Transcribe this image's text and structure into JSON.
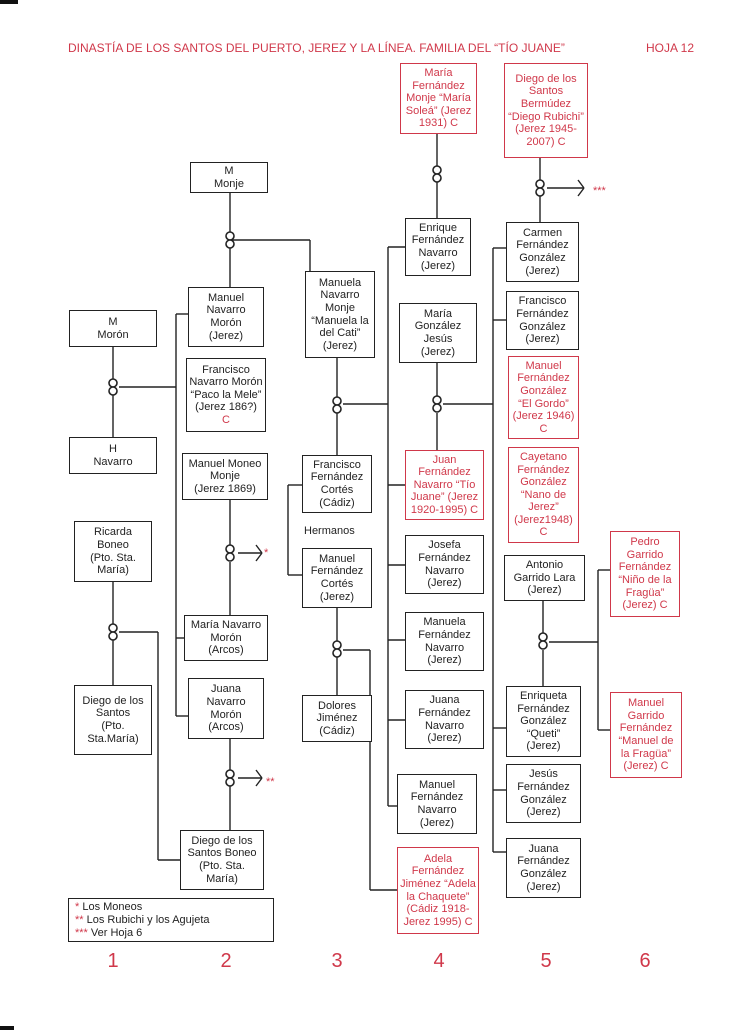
{
  "header": {
    "title": "DINASTÍA DE LOS SANTOS DEL PUERTO, JEREZ Y LA LÍNEA. FAMILIA DEL “TÍO JUANE”",
    "page": "HOJA 12"
  },
  "persons": {
    "m_monje": "M\nMonje",
    "m_moron": "M\nMorón",
    "h_navarro": "H\nNavarro",
    "ricarda": "Ricarda\nBoneo\n(Pto. Sta.\nMaría)",
    "diego_santos_1": "Diego de los\nSantos\n(Pto.\nSta.María)",
    "manuel_navarro_moron": "Manuel\nNavarro\nMorón\n(Jerez)",
    "francisco_navarro_moron": "Francisco\nNavarro Morón\n“Paco la Mele”\n(Jerez 186?)",
    "manuel_moneo": "Manuel Moneo\nMonje\n(Jerez 1869)",
    "maria_navarro_moron": "María Navarro\nMorón\n(Arcos)",
    "juana_navarro_moron": "Juana\nNavarro\nMorón\n(Arcos)",
    "diego_santos_boneo": "Diego de los\nSantos Boneo\n(Pto. Sta.\nMaría)",
    "manuela_navarro_monje": "Manuela\nNavarro\nMonje\n“Manuela la\ndel Cati”\n(Jerez)",
    "francisco_fernandez_cortes": "Francisco\nFernández\nCortés\n(Cádiz)",
    "manuel_fernandez_cortes": "Manuel\nFernández\nCortés\n(Jerez)",
    "dolores_jimenez": "Dolores\nJiménez\n(Cádiz)",
    "maria_soleá": "María\nFernández\nMonje “María\nSoleá” (Jerez\n1931)  C",
    "enrique_fernandez": "Enrique\nFernández\nNavarro\n(Jerez)",
    "maria_gonzalez_jesus": "María\nGonzález\nJesús\n(Jerez)",
    "tio_juane": "Juan\nFernández\nNavarro “Tío\nJuane” (Jerez\n1920-1995)  C",
    "josefa": "Josefa\nFernández\nNavarro\n(Jerez)",
    "manuela_fn": "Manuela\nFernández\nNavarro\n(Jerez)",
    "juana_fn": "Juana\nFernández\nNavarro\n(Jerez)",
    "manuel_fn": "Manuel\nFernández\nNavarro\n(Jerez)",
    "adela": "Adela\nFernández\nJiménez “Adela\nla Chaquete”\n(Cádiz 1918-\nJerez 1995)  C",
    "diego_rubichi": "Diego de los\nSantos\nBermúdez\n“Diego Rubichi”\n(Jerez 1945-\n2007)  C",
    "carmen": "Carmen\nFernández\nGonzález\n(Jerez)",
    "francisco_fg": "Francisco\nFernández\nGonzález\n(Jerez)",
    "el_gordo": "Manuel\nFernández\nGonzález\n“El Gordo”\n(Jerez 1946)\nC",
    "cayetano": "Cayetano\nFernández\nGonzález\n“Nano de\nJerez”\n(Jerez1948)\nC",
    "antonio_garrido": "Antonio\nGarrido Lara\n(Jerez)",
    "queti": "Enriqueta\nFernández\nGonzález\n“Queti”\n(Jerez)",
    "jesus_fg": "Jesús\nFernández\nGonzález\n(Jerez)",
    "juana_fg": "Juana\nFernández\nGonzález\n(Jerez)",
    "pedro_garrido": "Pedro\nGarrido\nFernández\n“Niño de la\nFragüa”\n(Jerez)  C",
    "manuel_garrido": "Manuel\nGarrido\nFernández\n“Manuel de\nla Fragüa”\n(Jerez)  C"
  },
  "notes": {
    "francisco_c": "C",
    "hermanos": "Hermanos",
    "mark1": "*",
    "mark2": "**",
    "mark3": "***"
  },
  "legend": {
    "items": [
      {
        "mark": "*",
        "text": "Los Moneos"
      },
      {
        "mark": "**",
        "text": "Los Rubichi y los Agujeta"
      },
      {
        "mark": "***",
        "text": "Ver Hoja 6"
      }
    ]
  },
  "columns": [
    "1",
    "2",
    "3",
    "4",
    "5",
    "6"
  ],
  "colors": {
    "red": "#d0384a",
    "line": "#222222"
  }
}
